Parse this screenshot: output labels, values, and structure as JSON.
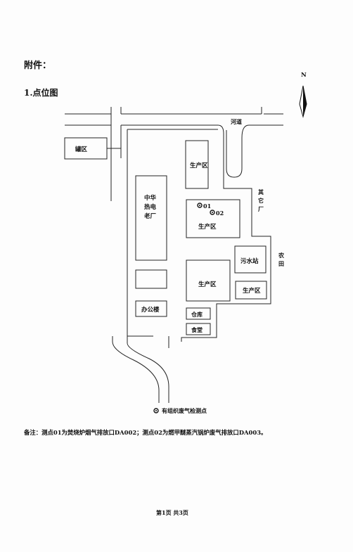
{
  "header": {
    "attachment": "附件：",
    "section_title": "1.点位图"
  },
  "map": {
    "north": "N",
    "river_road": "河道",
    "tank_area": "罐区",
    "other_factory": [
      "其",
      "它",
      "厂"
    ],
    "farmland": [
      "农",
      "田"
    ],
    "old_plant": [
      "中华",
      "热电",
      "老厂"
    ],
    "production_area_1": "生产区",
    "production_area_2": "生产区",
    "production_area_3": "生产区",
    "production_area_4": "生产区",
    "sewage_station": "污水站",
    "office_building": "办公楼",
    "warehouse": "仓库",
    "canteen": "食堂",
    "point_01": "01",
    "point_02": "02",
    "legend": "有组织废气检测点"
  },
  "note": "备注：测点01为焚烧炉烟气排放口DA002；测点02为燃甲醚蒸汽锅炉废气排放口DA003。",
  "footer": "第1页  共3页"
}
